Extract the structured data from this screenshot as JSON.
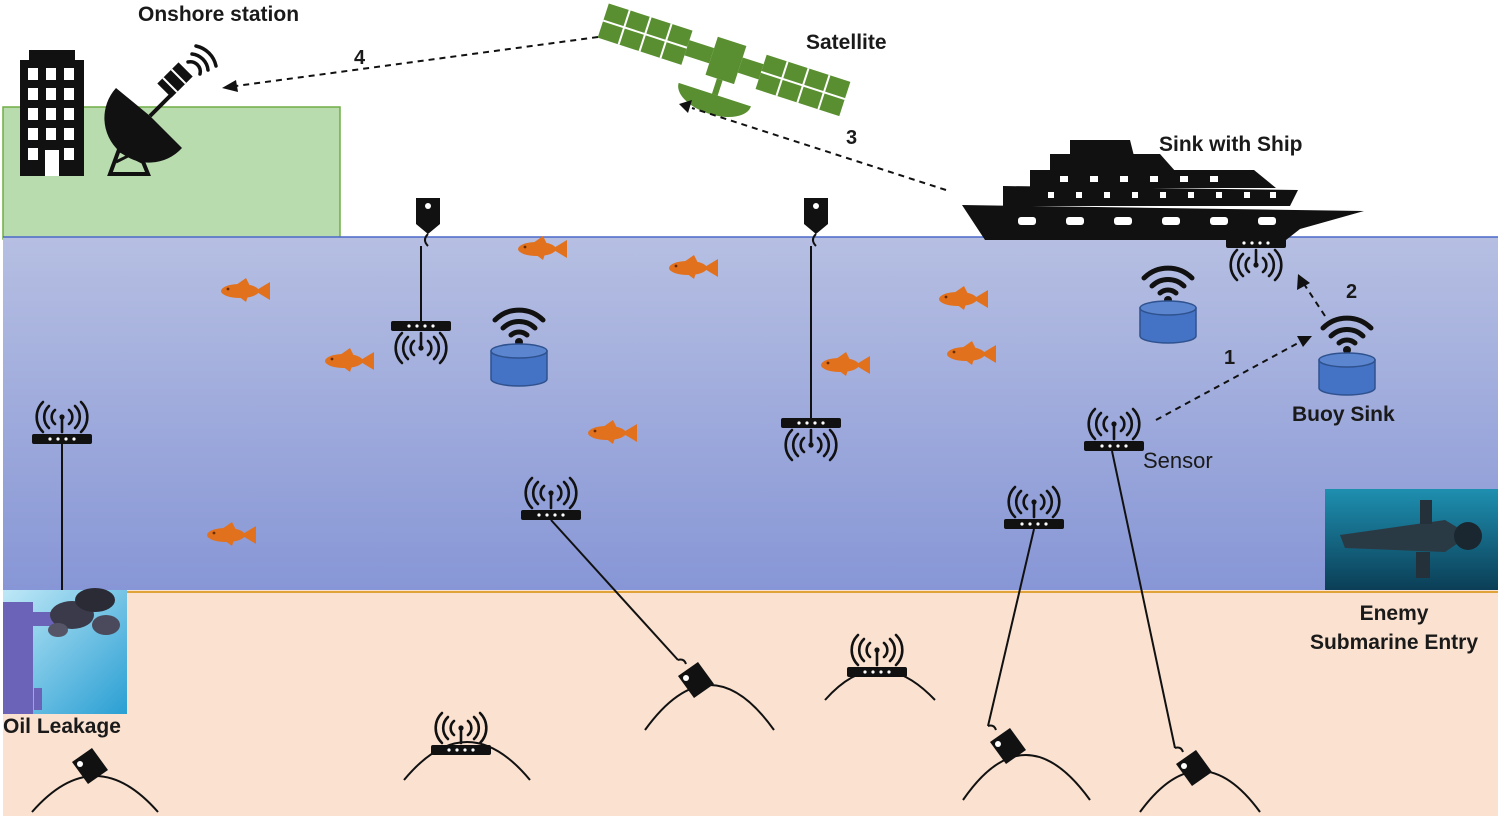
{
  "labels": {
    "onshore_station": "Onshore station",
    "satellite": "Satellite",
    "sink_with_ship": "Sink with Ship",
    "buoy_sink": "Buoy Sink",
    "sensor": "Sensor",
    "enemy_line1": "Enemy",
    "enemy_line2": "Submarine Entry",
    "oil_leakage": "Oil Leakage"
  },
  "links": [
    {
      "step": "1",
      "from": "sensor",
      "to": "buoy-sink"
    },
    {
      "step": "2",
      "from": "buoy-sink",
      "to": "ship-sink"
    },
    {
      "step": "3",
      "from": "ship-sink",
      "to": "satellite"
    },
    {
      "step": "4",
      "from": "satellite",
      "to": "onshore-station"
    }
  ],
  "colors": {
    "land": "#b9dcae",
    "land_border": "#70ad47",
    "water_top": "#b6bfe2",
    "water_bottom": "#8796d6",
    "seabed": "#fae1d0",
    "fish": "#e2711d",
    "buoy": "#4472c4",
    "satellite": "#5a8f31",
    "device": "#111111"
  }
}
